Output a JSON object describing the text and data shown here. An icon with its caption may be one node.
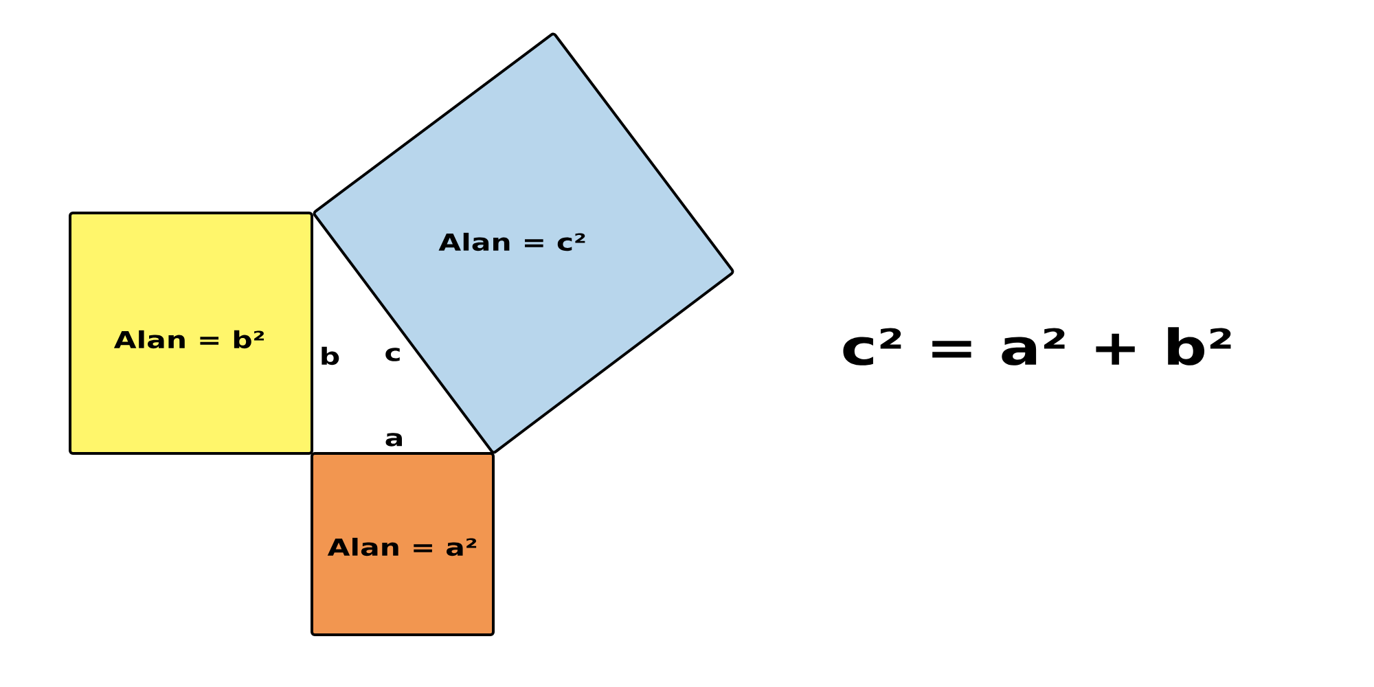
{
  "diagram": {
    "nodes": [
      {
        "text": [
          "Alan = b²"
        ]
      },
      {
        "text": [
          "Alan = c²"
        ]
      },
      {
        "text": [
          "Alan = a²"
        ]
      }
    ],
    "labels": [
      "b",
      "c",
      "a",
      "c² = a² + b²"
    ]
  }
}
